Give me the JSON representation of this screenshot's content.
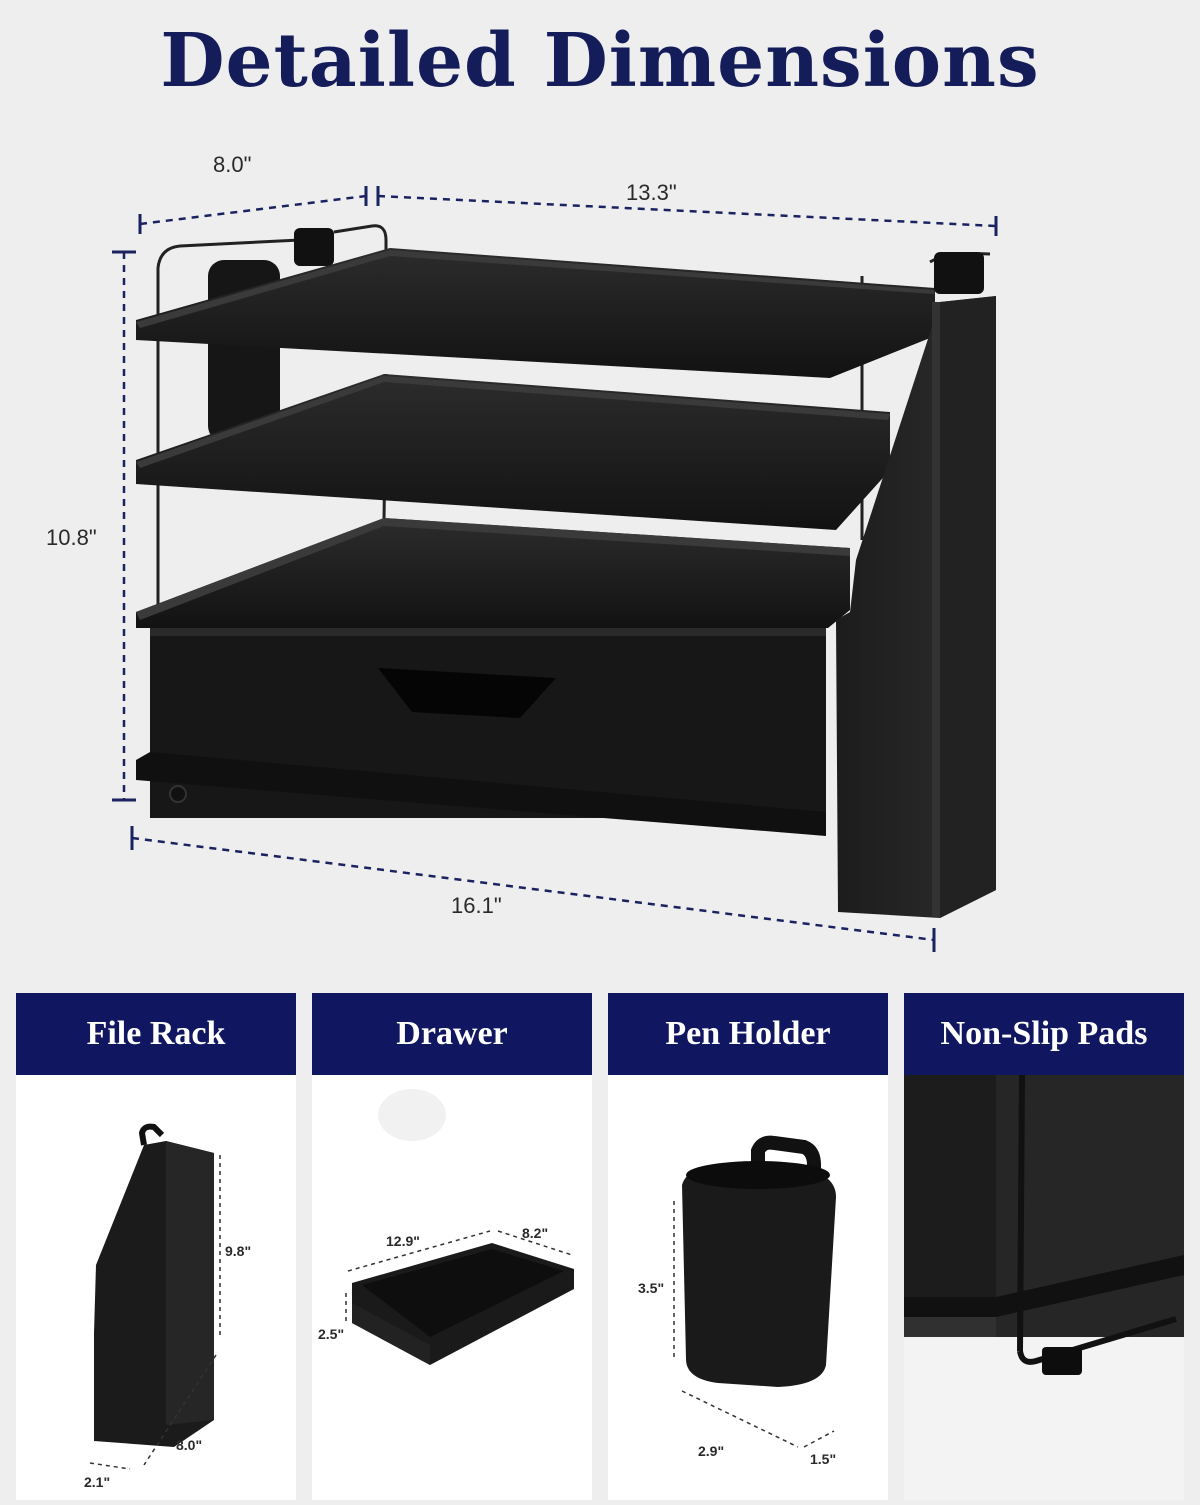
{
  "title": "Detailed Dimensions",
  "main_dimensions": {
    "depth": "8.0\"",
    "width_top": "13.3\"",
    "height": "10.8\"",
    "width_total": "16.1\""
  },
  "panels": [
    {
      "label": "File Rack",
      "dims": {
        "height": "9.8\"",
        "length": "8.0\"",
        "width": "2.1\""
      }
    },
    {
      "label": "Drawer",
      "dims": {
        "length": "12.9\"",
        "width": "8.2\"",
        "height": "2.5\""
      }
    },
    {
      "label": "Pen Holder",
      "dims": {
        "height": "3.5\"",
        "length": "2.9\"",
        "width": "1.5\""
      }
    },
    {
      "label": "Non-Slip Pads",
      "dims": {}
    }
  ],
  "colors": {
    "navy": "#101760",
    "title": "#141c5a",
    "product": "#1a1a1a",
    "background": "#eeeeee"
  }
}
